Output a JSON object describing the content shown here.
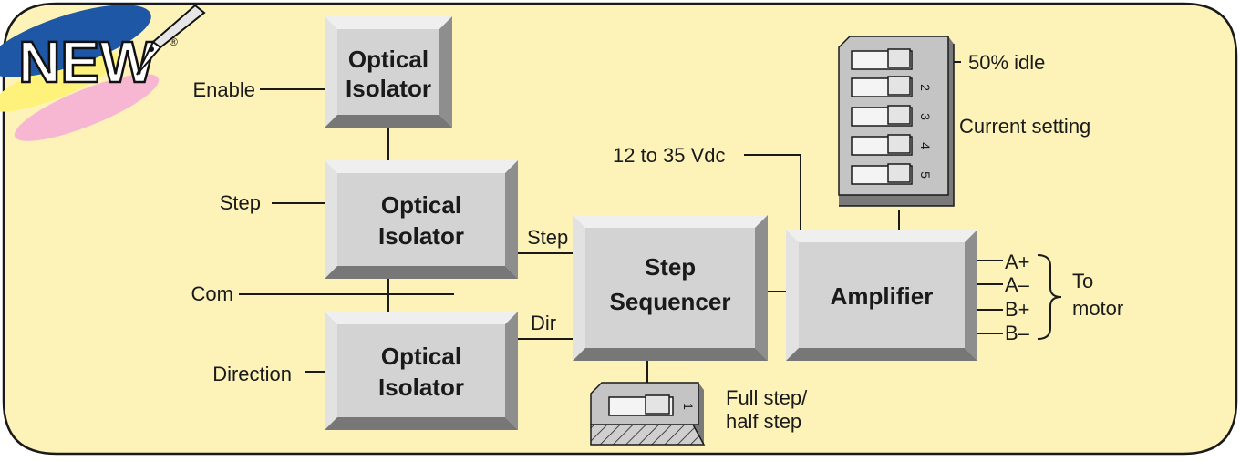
{
  "badge": {
    "text": "NEW",
    "registered": "®"
  },
  "inputs": {
    "enable": "Enable",
    "step": "Step",
    "com": "Com",
    "direction": "Direction"
  },
  "isolators": [
    {
      "line1": "Optical",
      "line2": "Isolator"
    },
    {
      "line1": "Optical",
      "line2": "Isolator"
    },
    {
      "line1": "Optical",
      "line2": "Isolator"
    }
  ],
  "sequencer": {
    "line1": "Step",
    "line2": "Sequencer",
    "step_in": "Step",
    "dir_in": "Dir"
  },
  "amplifier": {
    "label": "Amplifier",
    "supply": "12 to 35 Vdc"
  },
  "current_switch": {
    "idle_label": "50% idle",
    "setting_label": "Current setting",
    "numbers": [
      "2",
      "3",
      "4",
      "5"
    ]
  },
  "step_switch": {
    "number": "1",
    "label_line1": "Full step/",
    "label_line2": "half step"
  },
  "outputs": {
    "pins": [
      "A+",
      "A–",
      "B+",
      "B–"
    ],
    "to_line1": "To",
    "to_line2": "motor"
  },
  "colors": {
    "background": "#fdf3b8",
    "block": "#d3d3d3",
    "badge_blue": "#1d57a6"
  }
}
